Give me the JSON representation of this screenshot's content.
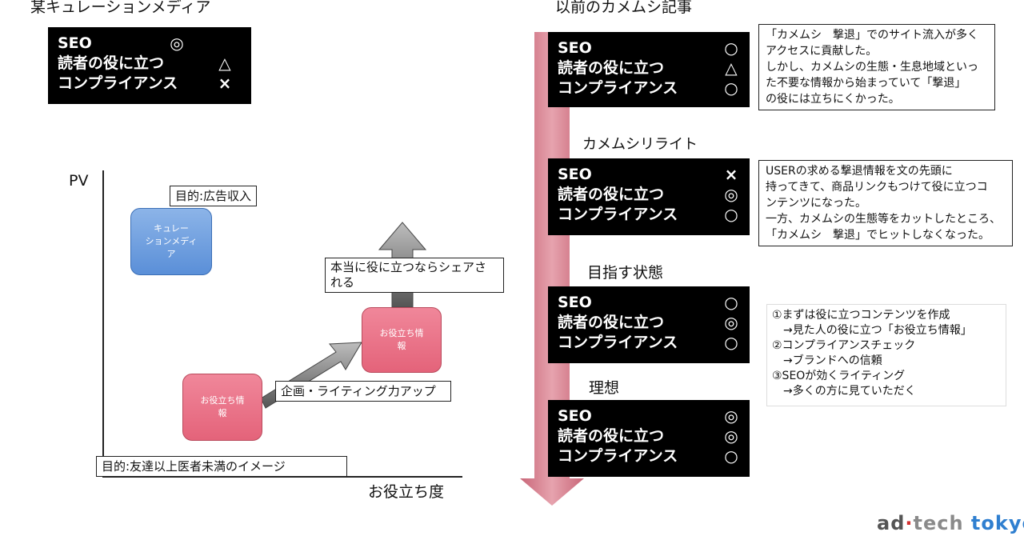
{
  "left": {
    "title": "某キュレーションメディア",
    "scores": [
      {
        "label": "SEO",
        "mark": "◎"
      },
      {
        "label": "読者の役に立つ",
        "mark": "△"
      },
      {
        "label": "コンプライアンス",
        "mark": "×"
      }
    ]
  },
  "diagram": {
    "y_axis_label": "PV",
    "x_axis_label": "お役立ち度",
    "goal_ad": "目的:広告収入",
    "curation_box": [
      "キュレー",
      "ションメディ",
      "ア"
    ],
    "helpful_low": [
      "お役立ち情",
      "報"
    ],
    "helpful_high": [
      "お役立ち情",
      "報"
    ],
    "arrow_label": "企画・ライティング力アップ",
    "share_note": [
      "本当に役に立つならシェアさ",
      "れる"
    ],
    "goal_friend": "目的:友達以上医者未満のイメージ"
  },
  "right": {
    "title": "以前のカメムシ記事",
    "sections": [
      {
        "heading": "",
        "scores": [
          {
            "label": "SEO",
            "mark": "○"
          },
          {
            "label": "読者の役に立つ",
            "mark": "△"
          },
          {
            "label": "コンプライアンス",
            "mark": "○"
          }
        ],
        "note": [
          "「カメムシ　撃退」でのサイト流入が多く",
          "アクセスに貢献した。",
          "しかし、カメムシの生態・生息地域といっ",
          "た不要な情報から始まっていて「撃退」",
          "の役には立ちにくかった。"
        ]
      },
      {
        "heading": "カメムシリライト",
        "scores": [
          {
            "label": "SEO",
            "mark": "×"
          },
          {
            "label": "読者の役に立つ",
            "mark": "◎"
          },
          {
            "label": "コンプライアンス",
            "mark": "○"
          }
        ],
        "note": [
          "USERの求める撃退情報を文の先頭に",
          "持ってきて、商品リンクもつけて役に立つコ",
          "ンテンツになった。",
          "一方、カメムシの生態等をカットしたところ、",
          "「カメムシ　撃退」でヒットしなくなった。"
        ]
      },
      {
        "heading": "目指す状態",
        "scores": [
          {
            "label": "SEO",
            "mark": "○"
          },
          {
            "label": "読者の役に立つ",
            "mark": "◎"
          },
          {
            "label": "コンプライアンス",
            "mark": "○"
          }
        ],
        "note": [
          "①まずは役に立つコンテンツを作成",
          "　→見た人の役に立つ「お役立ち情報」",
          "②コンプライアンスチェック",
          "　→ブランドへの信頼",
          "③SEOが効くライティング",
          "　→多くの方に見ていただく"
        ]
      },
      {
        "heading": "理想",
        "scores": [
          {
            "label": "SEO",
            "mark": "◎"
          },
          {
            "label": "読者の役に立つ",
            "mark": "◎"
          },
          {
            "label": "コンプライアンス",
            "mark": "○"
          }
        ],
        "note": []
      }
    ]
  },
  "logo": {
    "ad": "ad",
    "dot": "·",
    "tech": "tech",
    "tokyo": "tokyo"
  },
  "colors": {
    "timeline_arrow": "#d9808f",
    "curation_box": "#5a8fd8",
    "helpful_box": "#e4637a",
    "score_box_bg": "#000000",
    "gray_arrow": "#707070"
  }
}
